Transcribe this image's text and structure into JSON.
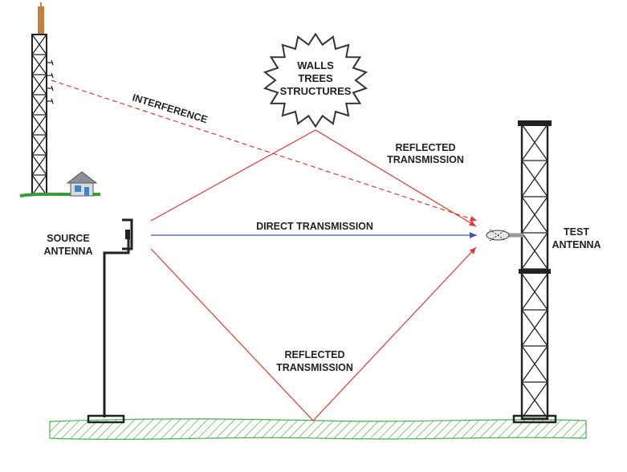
{
  "labels": {
    "walls": "WALLS",
    "trees": "TREES",
    "structures": "STRUCTURES",
    "interference": "INTERFERENCE",
    "reflected_top_1": "REFLECTED",
    "reflected_top_2": "TRANSMISSION",
    "direct": "DIRECT TRANSMISSION",
    "source_1": "SOURCE",
    "source_2": "ANTENNA",
    "test_1": "TEST",
    "test_2": "ANTENNA",
    "reflected_bottom_1": "REFLECTED",
    "reflected_bottom_2": "TRANSMISSION"
  },
  "colors": {
    "reflected": "#e53935",
    "direct": "#3b5ba5",
    "ground_hatch": "#4caf50",
    "tower": "#222222",
    "tower_tip": "#c4803f",
    "house_wall": "#d9dde3",
    "house_window": "#3f86c9",
    "grass": "#3a9a3a"
  }
}
